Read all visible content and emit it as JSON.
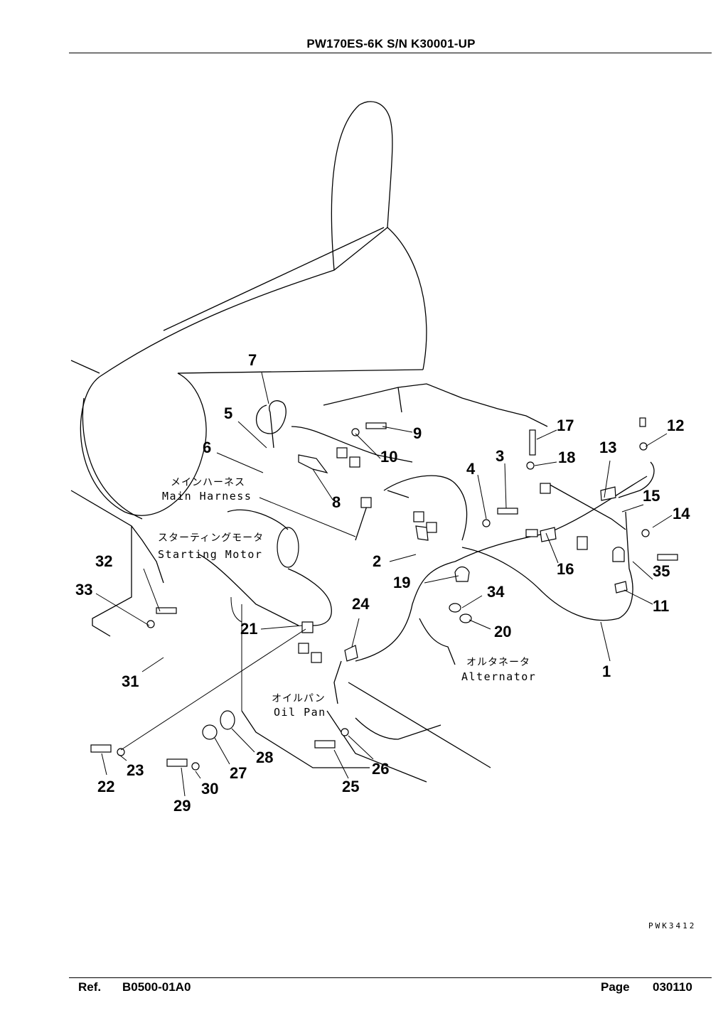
{
  "header": {
    "title": "PW170ES-6K S/N K30001-UP"
  },
  "footer": {
    "ref_label": "Ref.",
    "ref_value": "B0500-01A0",
    "page_label": "Page",
    "page_value": "030110"
  },
  "drawing_code": "PWK3412",
  "labels": {
    "main_harness_jp": "メインハーネス",
    "main_harness_en": "Main Harness",
    "starting_motor_jp": "スターティングモータ",
    "starting_motor_en": "Starting Motor",
    "oil_pan_jp": "オイルパン",
    "oil_pan_en": "Oil Pan",
    "alternator_jp": "オルタネータ",
    "alternator_en": "Alternator"
  },
  "callouts": {
    "c1": "1",
    "c2": "2",
    "c3": "3",
    "c4": "4",
    "c5": "5",
    "c6": "6",
    "c7": "7",
    "c8": "8",
    "c9": "9",
    "c10": "10",
    "c11": "11",
    "c12": "12",
    "c13": "13",
    "c14": "14",
    "c15": "15",
    "c16": "16",
    "c17": "17",
    "c18": "18",
    "c19": "19",
    "c20": "20",
    "c21": "21",
    "c22": "22",
    "c23": "23",
    "c24": "24",
    "c25": "25",
    "c26": "26",
    "c27": "27",
    "c28": "28",
    "c29": "29",
    "c30": "30",
    "c31": "31",
    "c32": "32",
    "c33": "33",
    "c34": "34",
    "c35": "35"
  }
}
